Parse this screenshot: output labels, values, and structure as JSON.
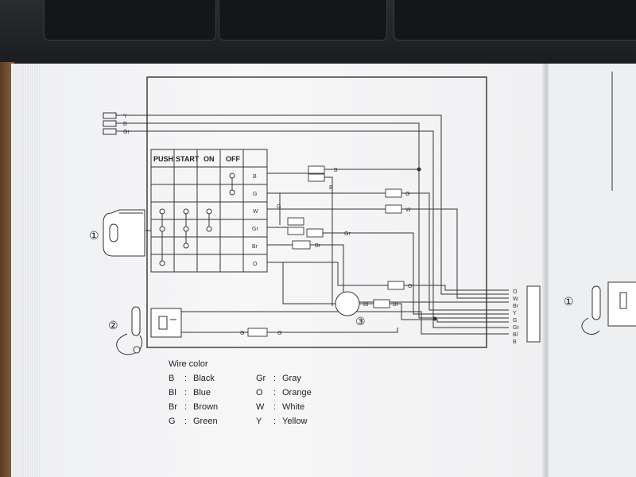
{
  "switch_table": {
    "headers": [
      "PUSH",
      "START",
      "ON",
      "OFF"
    ],
    "rows": [
      "B",
      "G",
      "W",
      "Gr",
      "Br",
      "O"
    ]
  },
  "top_wires": [
    "Y",
    "B",
    "Gr"
  ],
  "connector_pins": [
    "O",
    "W",
    "Br",
    "Y",
    "G",
    "Gr",
    "Bl",
    "B"
  ],
  "wire_labels": {
    "b_right": "B",
    "b_vert": "B",
    "g_right": "G",
    "w_right": "W",
    "g_vert": "G",
    "gr_right": "Gr",
    "br_right": "Br",
    "o_right": "O",
    "bl_left": "Bl",
    "bl_right": "Bl",
    "g_bottom_left": "G",
    "g_bottom_right": "G"
  },
  "callouts": [
    "①",
    "②",
    "③"
  ],
  "legend": {
    "title": "Wire color",
    "entries": [
      {
        "code": "B",
        "sep": ":",
        "name": "Black"
      },
      {
        "code": "Bl",
        "sep": ":",
        "name": "Blue"
      },
      {
        "code": "Br",
        "sep": ":",
        "name": "Brown"
      },
      {
        "code": "G",
        "sep": ":",
        "name": "Green"
      },
      {
        "code": "Gr",
        "sep": ":",
        "name": "Gray"
      },
      {
        "code": "O",
        "sep": ":",
        "name": "Orange"
      },
      {
        "code": "W",
        "sep": ":",
        "name": "White"
      },
      {
        "code": "Y",
        "sep": ":",
        "name": "Yellow"
      }
    ]
  },
  "right_page_callout": "①"
}
